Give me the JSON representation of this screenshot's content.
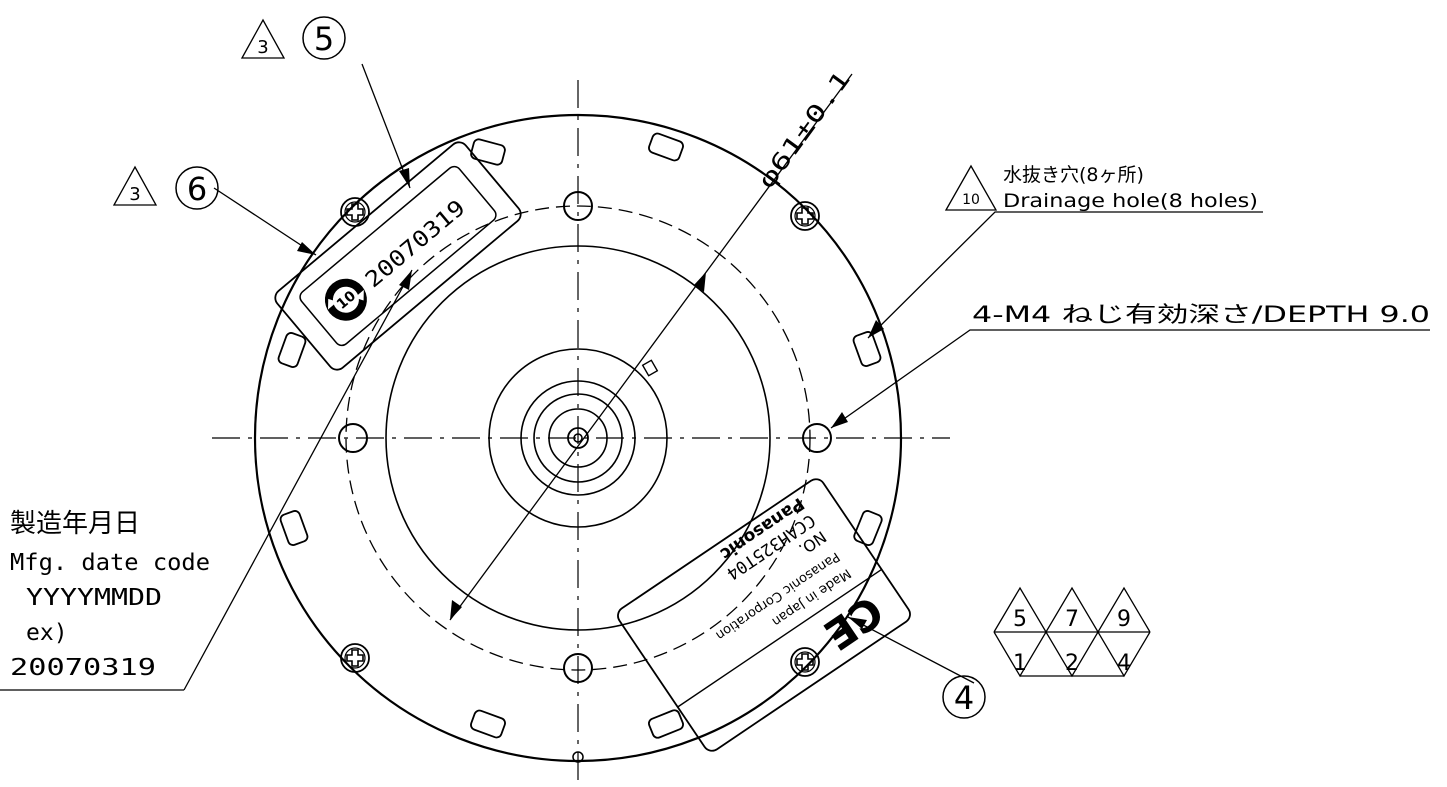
{
  "drawing": {
    "diameter_dimension": "φ61±0.1",
    "revision_markers": {
      "top_label_rev": "3",
      "left_label_rev": "3",
      "drain_rev": "10",
      "grid_top": [
        "5",
        "7",
        "9"
      ],
      "grid_bottom": [
        "1",
        "2",
        "4"
      ]
    },
    "item_numbers": {
      "top_label": "5",
      "left_label": "6",
      "nameplate": "4"
    },
    "drain_note": {
      "jp": "水抜き穴(8ヶ所)",
      "en": "Drainage hole(8 holes)"
    },
    "screw_note": "4-M4  ねじ有効深さ/DEPTH  9.0",
    "date_note": {
      "jp": "製造年月日",
      "en": "Mfg. date code",
      "format": "YYYYMMDD",
      "ex_label": "ex)",
      "example": "20070319"
    },
    "date_label": {
      "code": "20070319",
      "badge": "10"
    },
    "nameplate": {
      "brand": "Panasonic",
      "model": "CCAH325T04",
      "no_label": "NO.",
      "corp": "Panasonic Corporation",
      "origin": "Made in Japan",
      "mark": "CE"
    }
  }
}
